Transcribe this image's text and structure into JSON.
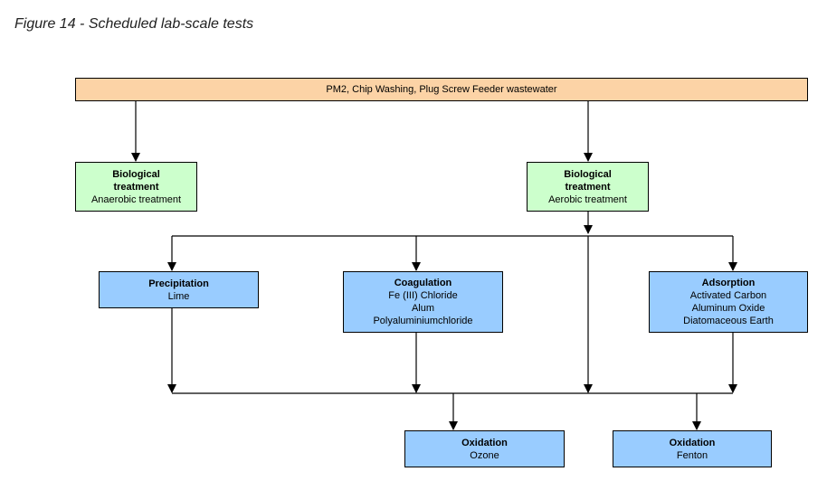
{
  "caption": "Figure 14 - Scheduled lab-scale tests",
  "source": "PM2, Chip Washing, Plug Screw Feeder wastewater",
  "bio_left": {
    "title": "Biological treatment",
    "lines": [
      "Anaerobic treatment"
    ]
  },
  "bio_right": {
    "title": "Biological treatment",
    "lines": [
      "Aerobic treatment"
    ]
  },
  "precipitation": {
    "title": "Precipitation",
    "lines": [
      "Lime"
    ]
  },
  "coagulation": {
    "title": "Coagulation",
    "lines": [
      "Fe (III) Chloride",
      "Alum",
      "Polyaluminiumchloride"
    ]
  },
  "adsorption": {
    "title": "Adsorption",
    "lines": [
      "Activated Carbon",
      "Aluminum Oxide",
      "Diatomaceous Earth"
    ]
  },
  "ox_ozone": {
    "title": "Oxidation",
    "lines": [
      "Ozone"
    ]
  },
  "ox_fenton": {
    "title": "Oxidation",
    "lines": [
      "Fenton"
    ]
  },
  "colors": {
    "source": "#fcd3a6",
    "biological": "#ccffcc",
    "process": "#99ccff"
  }
}
